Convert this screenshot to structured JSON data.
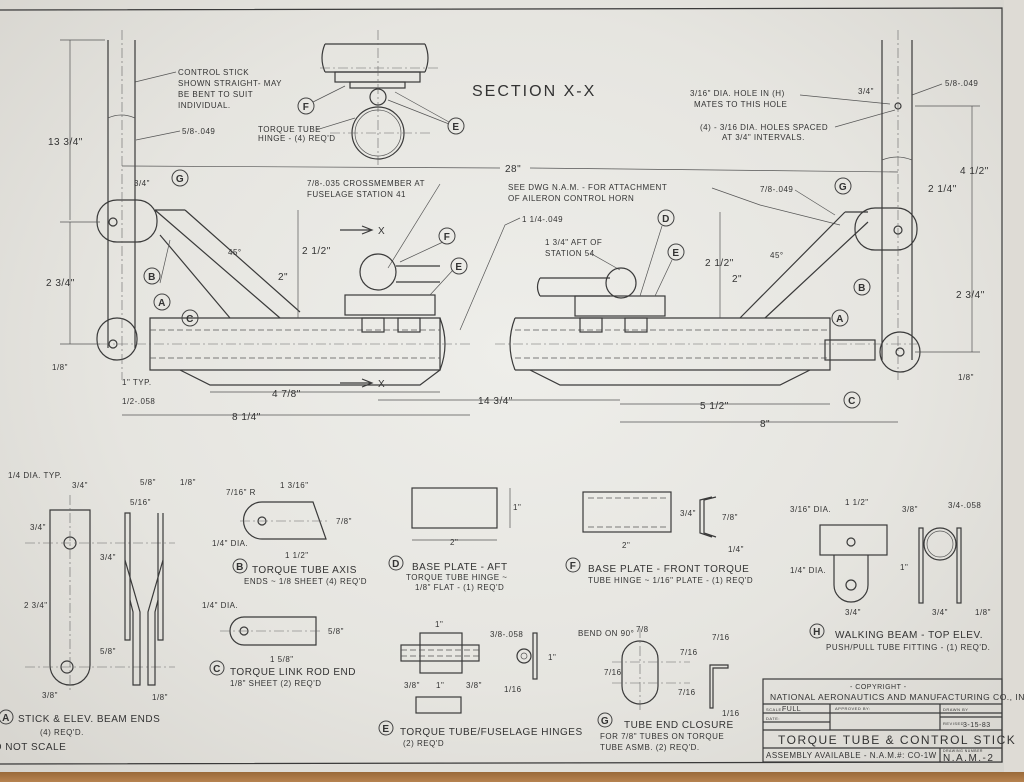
{
  "section_title": "SECTION X-X",
  "notes": {
    "control_stick": [
      "CONTROL STICK",
      "SHOWN STRAIGHT- MAY",
      "BE BENT TO SUIT",
      "INDIVIDUAL."
    ],
    "stick_tube": "5/8-.049",
    "torque_hinge": [
      "TORQUE TUBE",
      "HINGE - (4) REQ'D"
    ],
    "crossmember": [
      "7/8-.035 CROSSMEMBER AT",
      "FUSELAGE STATION 41"
    ],
    "see_dwg": [
      "SEE DWG N.A.M. -     FOR ATTACHMENT",
      "OF AILERON CONTROL HORN"
    ],
    "torque_tube": "1 1/4-.049",
    "aft_station": [
      "1 3/4\" AFT OF",
      "STATION 54"
    ],
    "hole_h": [
      "3/16\" DIA. HOLE IN (H)",
      "MATES TO THIS HOLE"
    ],
    "holes_spaced": [
      "(4) - 3/16 DIA. HOLES SPACED",
      "AT 3/4\" INTERVALS."
    ],
    "right_stick_tube": "5/8-.049",
    "brace_tube": "7/8-.049",
    "section_marker": "X"
  },
  "dimensions": {
    "overall_width": "28\"",
    "stick_height": "13 3/4\"",
    "left_3_4": "3/4\"",
    "left_pivot": "2 3/4\"",
    "left_1_8": "1/8\"",
    "left_typ": "1\" TYP.",
    "left_058": "1/2-.058",
    "brace_h": "2 1/2\"",
    "brace_2": "2\"",
    "angle_left": "45°",
    "angle_right": "45°",
    "left_4_7_8": "4 7/8\"",
    "left_8_1_4": "8 1/4\"",
    "center_14_3_4": "14 3/4\"",
    "right_5_1_2": "5 1/2\"",
    "right_8": "8\"",
    "right_2_1_2": "2 1/2\"",
    "right_2": "2\"",
    "right_2_1_4": "2 1/4\"",
    "right_4_1_2": "4 1/2\"",
    "right_2_3_4": "2 3/4\"",
    "right_1_8": "1/8\"",
    "right_top_3_4": "3/4\""
  },
  "parts": [
    {
      "id": "A",
      "title": "STICK & ELEV. BEAM ENDS",
      "sub": "(4) REQ'D.",
      "dims": [
        "1/4 DIA. TYP.",
        "3/4\"",
        "3/4\"",
        "3/4\"",
        "2 3/4\"",
        "5/8\"",
        "3/8\"",
        "5/8\"",
        "5/16\"",
        "1/8\"",
        "1/8\""
      ]
    },
    {
      "id": "B",
      "title": "TORQUE TUBE AXIS",
      "sub": "ENDS ~ 1/8 SHEET (4) REQ'D",
      "dims": [
        "7/16\" R",
        "1 3/16\"",
        "7/8\"",
        "1/4\" DIA.",
        "1 1/2\""
      ]
    },
    {
      "id": "C",
      "title": "TORQUE LINK ROD END",
      "sub": "1/8\" SHEET  (2) REQ'D",
      "dims": [
        "1/4\" DIA.",
        "5/8\"",
        "1 5/8\""
      ]
    },
    {
      "id": "D",
      "title": "BASE PLATE - AFT",
      "sub": "TORQUE TUBE HINGE ~",
      "sub2": "1/8\" FLAT - (1) REQ'D",
      "dims": [
        "1\"",
        "2\""
      ]
    },
    {
      "id": "F",
      "title": "BASE PLATE - FRONT TORQUE",
      "sub": "TUBE HINGE ~ 1/16\" PLATE - (1) REQ'D",
      "dims": [
        "3/4\"",
        "7/8\"",
        "2\"",
        "1/4\""
      ]
    },
    {
      "id": "E",
      "title": "TORQUE TUBE/FUSELAGE HINGES",
      "sub": "(2) REQ'D",
      "dims": [
        "1\"",
        "3/8-.058",
        "1\"",
        "3/8\"",
        "1\"",
        "3/8\"",
        "1/16"
      ]
    },
    {
      "id": "G",
      "title": "TUBE END CLOSURE",
      "sub": "FOR 7/8\" TUBES ON TORQUE",
      "sub2": "TUBE ASMB. (2) REQ'D.",
      "dims": [
        "BEND ON 90°",
        "7/8",
        "7/16",
        "7/16",
        "7/16",
        "7/16",
        "1/16"
      ]
    },
    {
      "id": "H",
      "title": "WALKING BEAM - TOP ELEV.",
      "sub": "PUSH/PULL TUBE FITTING - (1) REQ'D.",
      "dims": [
        "3/16\" DIA.",
        "1 1/2\"",
        "3/8\"",
        "3/4-.058",
        "1/4\" DIA.",
        "1\"",
        "3/4\"",
        "3/4\"",
        "1/8\""
      ]
    }
  ],
  "do_not_scale": "DO NOT SCALE",
  "title_block": {
    "copyright": "- COPYRIGHT -",
    "company": "NATIONAL AERONAUTICS AND MANUFACTURING CO., INC.",
    "scale_label": "SCALE:",
    "scale": "FULL",
    "approved_label": "APPROVED BY:",
    "drawn_label": "DRAWN BY",
    "date_label": "DATE:",
    "revised_label": "REVISED",
    "revised": "3-15-83",
    "title": "TORQUE TUBE & CONTROL STICK",
    "assembly": "ASSEMBLY AVAILABLE - N.A.M.#: CO-1W",
    "drawing_number_label": "DRAWING NUMBER",
    "drawing_number": "N.A.M.-2"
  }
}
